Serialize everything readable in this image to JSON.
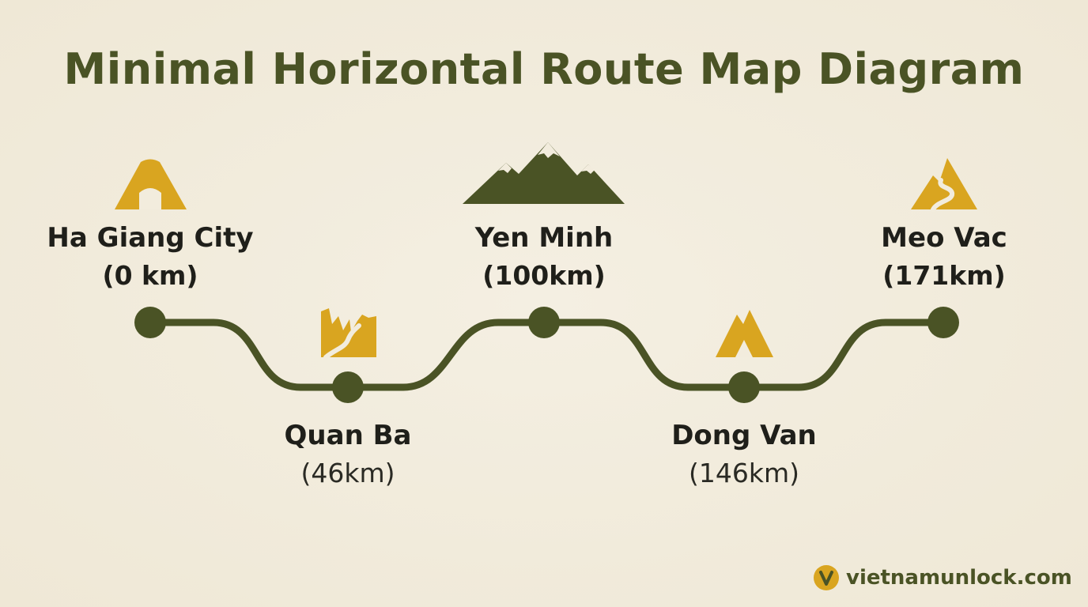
{
  "title": "Minimal Horizontal Route Map Diagram",
  "colors": {
    "background": "#f2ecdd",
    "route": "#4a5325",
    "accent": "#d9a520",
    "text": "#1f1f1a"
  },
  "stops": [
    {
      "name": "Ha Giang City",
      "distance": "(0 km)",
      "icon": "city-gate-icon"
    },
    {
      "name": "Quan Ba",
      "distance": "(46km)",
      "icon": "heaven-gate-cliffs-icon"
    },
    {
      "name": "Yen Minh",
      "distance": "(100km)",
      "icon": "snowy-mountains-icon"
    },
    {
      "name": "Dong Van",
      "distance": "(146km)",
      "icon": "peak-icon"
    },
    {
      "name": "Meo Vac",
      "distance": "(171km)",
      "icon": "mountain-pass-road-icon"
    }
  ],
  "brand": {
    "text": "vietnamunlock.com",
    "icon": "v-logo-icon"
  }
}
